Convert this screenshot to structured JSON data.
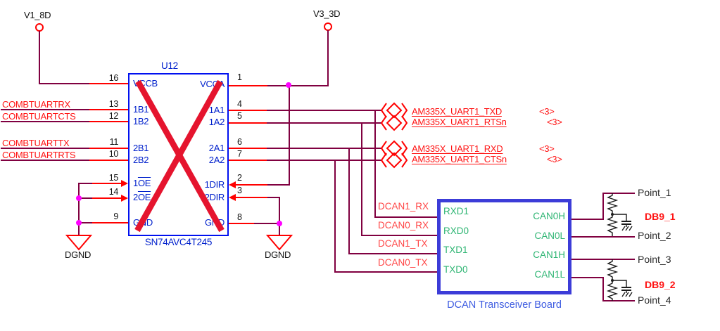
{
  "colors": {
    "wire": "#800040",
    "pin_red": "#ff0000",
    "component_outline_blue": "#0010f0",
    "pin_name_blue": "#0020cc",
    "net_label_red": "#ff1414",
    "board_outline_blue": "#3c3cd8",
    "board_pin_green": "#2eb573",
    "board_title_blue": "#3e5ce1",
    "junction_magenta": "#ff00ff",
    "crossout_red": "#e5142e"
  },
  "power_flags": [
    {
      "label": "V1_8D"
    },
    {
      "label": "V3_3D"
    }
  ],
  "grounds": [
    {
      "label": "DGND"
    },
    {
      "label": "DGND"
    }
  ],
  "u12": {
    "refdes": "U12",
    "part": "SN74AVC4T245",
    "left_pins": [
      {
        "num": "16",
        "name": "VCCB"
      },
      {
        "num": "13",
        "name": "1B1"
      },
      {
        "num": "12",
        "name": "1B2"
      },
      {
        "num": "11",
        "name": "2B1"
      },
      {
        "num": "10",
        "name": "2B2"
      },
      {
        "num": "15",
        "name_pre": "1",
        "name_bar": "OE"
      },
      {
        "num": "14",
        "name_pre": "2",
        "name_bar": "OE"
      },
      {
        "num": "9",
        "name": "GND"
      }
    ],
    "right_pins": [
      {
        "num": "1",
        "name": "VCCA"
      },
      {
        "num": "4",
        "name": "1A1"
      },
      {
        "num": "5",
        "name": "1A2"
      },
      {
        "num": "6",
        "name": "2A1"
      },
      {
        "num": "7",
        "name": "2A2"
      },
      {
        "num": "2",
        "name": "1DIR"
      },
      {
        "num": "3",
        "name": "2DIR"
      },
      {
        "num": "8",
        "name": "GND"
      }
    ]
  },
  "left_nets": [
    {
      "label": "COMBTUARTRX"
    },
    {
      "label": "COMBTUARTCTS"
    },
    {
      "label": "COMBTUARTTX"
    },
    {
      "label": "COMBTUARTRTS"
    }
  ],
  "uart_nets": [
    {
      "label": "AM335X_UART1_TXD",
      "page": "<3>"
    },
    {
      "label": "AM335X_UART1_RTSn",
      "page": "<3>"
    },
    {
      "label": "AM335X_UART1_RXD",
      "page": "<3>"
    },
    {
      "label": "AM335X_UART1_CTSn",
      "page": "<3>"
    }
  ],
  "dcan_nets": [
    {
      "label": "DCAN1_RX"
    },
    {
      "label": "DCAN0_RX"
    },
    {
      "label": "DCAN1_TX"
    },
    {
      "label": "DCAN0_TX"
    }
  ],
  "board": {
    "title": "DCAN Transceiver Board",
    "left_pins": [
      {
        "label": "RXD1"
      },
      {
        "label": "RXD0"
      },
      {
        "label": "TXD1"
      },
      {
        "label": "TXD0"
      }
    ],
    "right_pins": [
      {
        "label": "CAN0H"
      },
      {
        "label": "CAN0L"
      },
      {
        "label": "CAN1H"
      },
      {
        "label": "CAN1L"
      }
    ]
  },
  "db9_connectors": [
    {
      "label": "DB9_1"
    },
    {
      "label": "DB9_2"
    }
  ],
  "points": [
    {
      "label": "Point_1"
    },
    {
      "label": "Point_2"
    },
    {
      "label": "Point_3"
    },
    {
      "label": "Point_4"
    }
  ]
}
